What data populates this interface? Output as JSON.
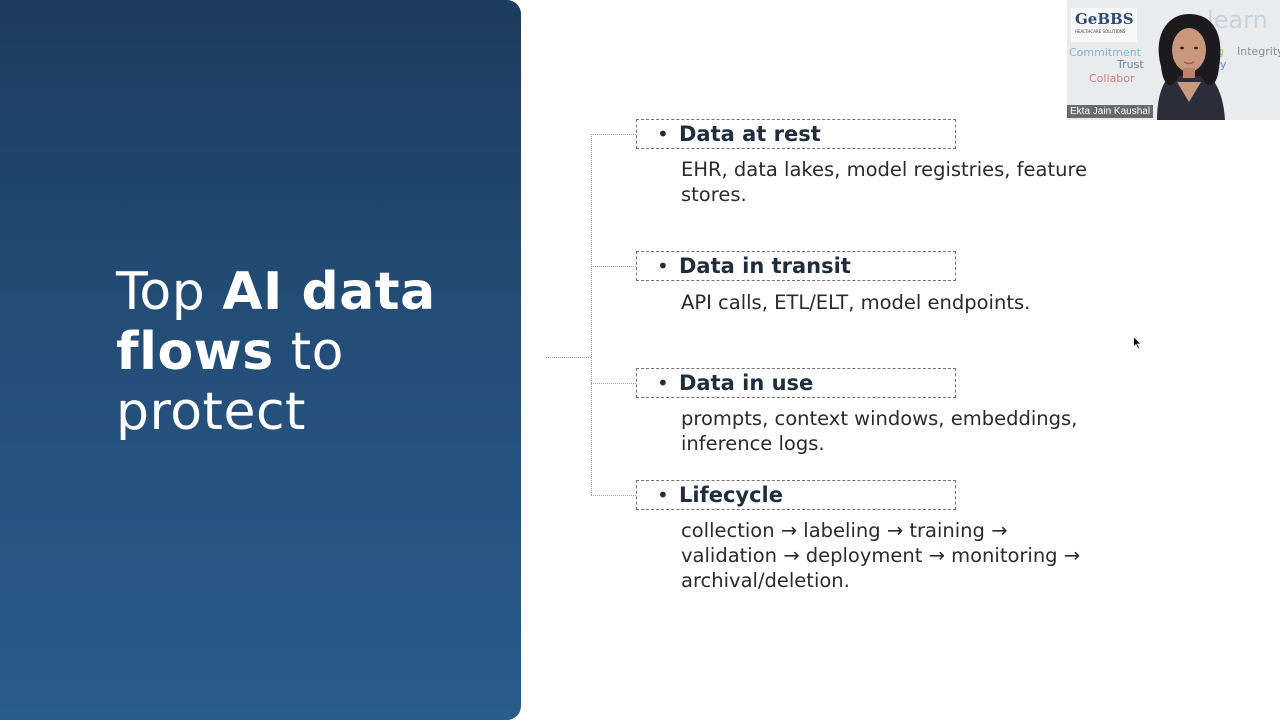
{
  "slide": {
    "title_parts": [
      "Top ",
      "AI data flows",
      " to protect"
    ],
    "items": [
      {
        "heading": "Data at rest",
        "description": "EHR, data lakes, model registries, feature stores."
      },
      {
        "heading": "Data in transit",
        "description": "API calls, ETL/ELT, model endpoints."
      },
      {
        "heading": "Data in use",
        "description": "prompts, context windows, embeddings, inference logs."
      },
      {
        "heading": "Lifecycle",
        "description": "collection → labeling → training → validation → deployment → monitoring → archival/deletion."
      }
    ],
    "bullet_glyph": "•"
  },
  "video": {
    "participant_name": "Ekta Jain Kaushal",
    "logo_text": "GeBBS",
    "logo_subtext": "HEALTHCARE SOLUTIONS",
    "wall_words": [
      "Commitment",
      "Trust",
      "Integrity",
      "Collabor",
      "learn",
      "ncy",
      "ing"
    ]
  },
  "colors": {
    "panel_top": "#1d3c5e",
    "panel_bottom": "#2a5c8c",
    "heading_text": "#1f2d3d"
  }
}
